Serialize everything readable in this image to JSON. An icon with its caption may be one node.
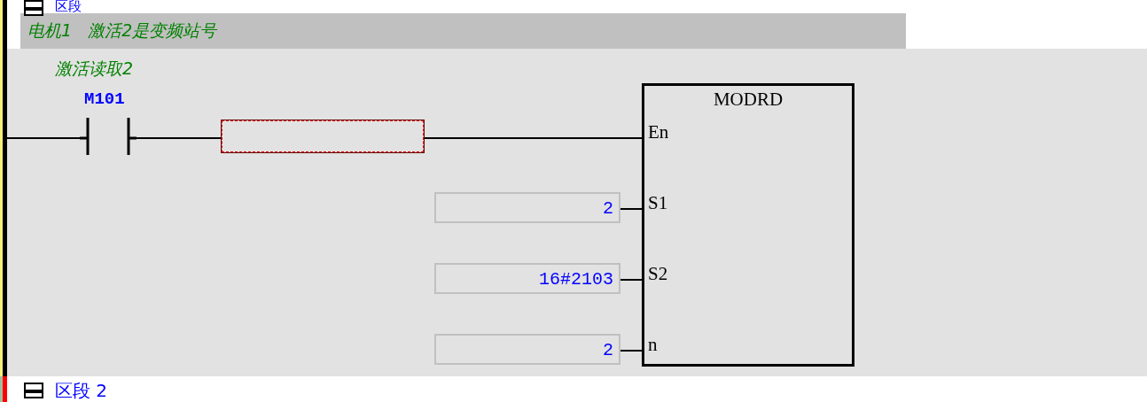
{
  "diagram": {
    "nodes": [
      {
        "text": [
          "电机1   激活2是变频站号"
        ]
      },
      {
        "text": [
          "M101"
        ]
      },
      {
        "text": [],
        "shape": "box"
      },
      {
        "text": [
          "MODRD",
          "En",
          "S1",
          "S2",
          "n"
        ]
      },
      {
        "text": [
          "2"
        ]
      },
      {
        "text": [
          "16#2103"
        ]
      },
      {
        "text": [
          "2"
        ]
      }
    ],
    "edges": [
      {
        "from": null,
        "to": 1,
        "arrow": "none"
      },
      {
        "from": 1,
        "to": 2,
        "arrow": "none"
      },
      {
        "from": 2,
        "to": 3,
        "arrow": "none"
      },
      {
        "from": 4,
        "to": 3,
        "arrow": "none"
      },
      {
        "from": 5,
        "to": 3,
        "arrow": "none"
      },
      {
        "from": 6,
        "to": 3,
        "arrow": "none"
      }
    ],
    "labels": [
      "区段",
      "激活读取2",
      "区段 2"
    ]
  }
}
